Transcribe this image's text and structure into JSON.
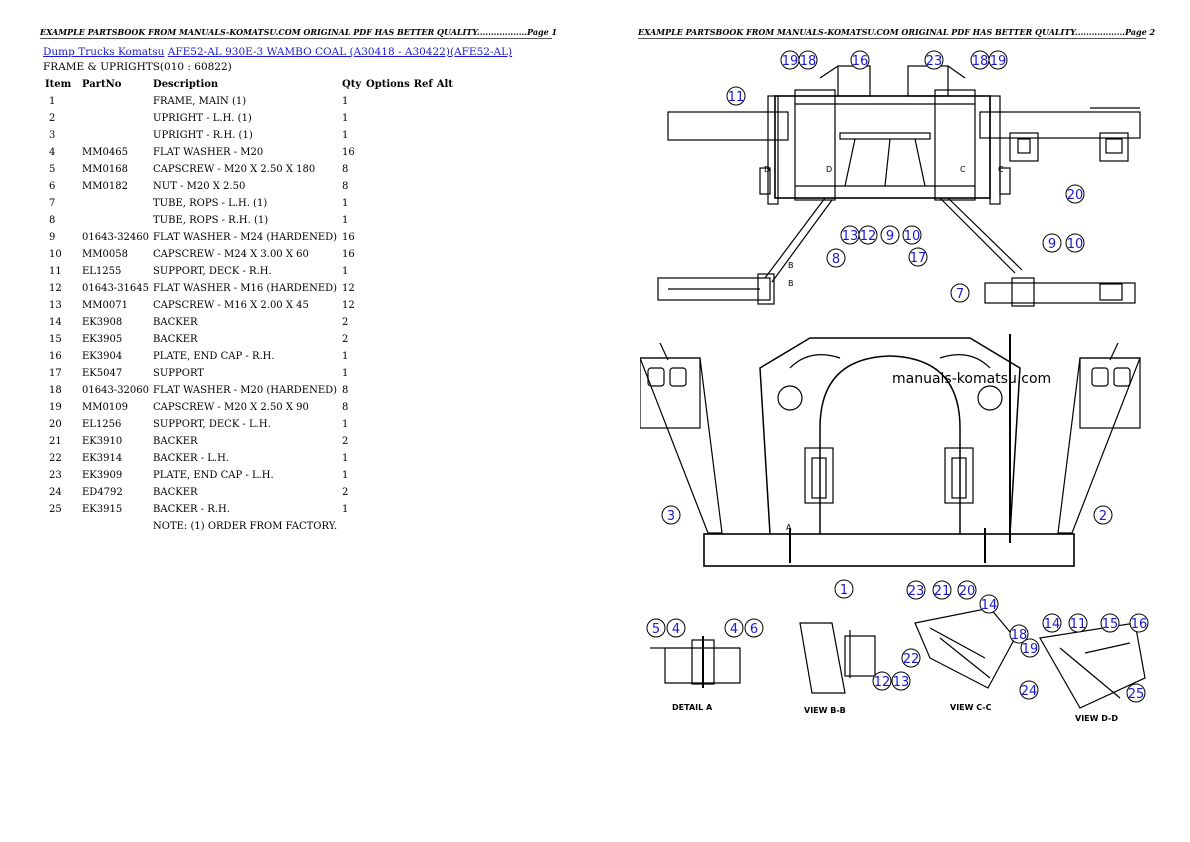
{
  "header": {
    "left": "EXAMPLE PARTSBOOK FROM MANUALS-KOMATSU.COM ORIGINAL PDF HAS BETTER QUALITY..................Page 1",
    "right": "EXAMPLE PARTSBOOK FROM MANUALS-KOMATSU.COM ORIGINAL PDF HAS BETTER QUALITY..................Page 2"
  },
  "breadcrumb": {
    "link1": "Dump Trucks Komatsu",
    "link2": "AFE52-AL 930E-3 WAMBO COAL (A30418 - A30422)(AFE52-AL)"
  },
  "section_title": "FRAME & UPRIGHTS(010 : 60822)",
  "table": {
    "headers": {
      "item": "Item",
      "partno": "PartNo",
      "description": "Description",
      "qty": "Qty",
      "options": "Options",
      "ref": "Ref",
      "alt": "Alt"
    },
    "rows": [
      {
        "item": "1",
        "partno": "",
        "description": "FRAME, MAIN (1)",
        "qty": "1"
      },
      {
        "item": "2",
        "partno": "",
        "description": "UPRIGHT - L.H. (1)",
        "qty": "1"
      },
      {
        "item": "3",
        "partno": "",
        "description": "UPRIGHT - R.H. (1)",
        "qty": "1"
      },
      {
        "item": "4",
        "partno": "MM0465",
        "description": "FLAT WASHER - M20",
        "qty": "16"
      },
      {
        "item": "5",
        "partno": "MM0168",
        "description": "CAPSCREW - M20 X 2.50 X 180",
        "qty": "8"
      },
      {
        "item": "6",
        "partno": "MM0182",
        "description": "NUT - M20 X 2.50",
        "qty": "8"
      },
      {
        "item": "7",
        "partno": "",
        "description": "TUBE, ROPS - L.H. (1)",
        "qty": "1"
      },
      {
        "item": "8",
        "partno": "",
        "description": "TUBE, ROPS - R.H. (1)",
        "qty": "1"
      },
      {
        "item": "9",
        "partno": "01643-32460",
        "description": "FLAT WASHER - M24 (HARDENED)",
        "qty": "16"
      },
      {
        "item": "10",
        "partno": "MM0058",
        "description": "CAPSCREW - M24 X 3.00 X 60",
        "qty": "16"
      },
      {
        "item": "11",
        "partno": "EL1255",
        "description": "SUPPORT, DECK - R.H.",
        "qty": "1"
      },
      {
        "item": "12",
        "partno": "01643-31645",
        "description": "FLAT WASHER - M16 (HARDENED)",
        "qty": "12"
      },
      {
        "item": "13",
        "partno": "MM0071",
        "description": "CAPSCREW - M16 X 2.00 X 45",
        "qty": "12"
      },
      {
        "item": "14",
        "partno": "EK3908",
        "description": "BACKER",
        "qty": "2"
      },
      {
        "item": "15",
        "partno": "EK3905",
        "description": "BACKER",
        "qty": "2"
      },
      {
        "item": "16",
        "partno": "EK3904",
        "description": "PLATE, END CAP - R.H.",
        "qty": "1"
      },
      {
        "item": "17",
        "partno": "EK5047",
        "description": "SUPPORT",
        "qty": "1"
      },
      {
        "item": "18",
        "partno": "01643-32060",
        "description": "FLAT WASHER - M20 (HARDENED)",
        "qty": "8"
      },
      {
        "item": "19",
        "partno": "MM0109",
        "description": "CAPSCREW - M20 X 2.50 X 90",
        "qty": "8"
      },
      {
        "item": "20",
        "partno": "EL1256",
        "description": "SUPPORT, DECK - L.H.",
        "qty": "1"
      },
      {
        "item": "21",
        "partno": "EK3910",
        "description": "BACKER",
        "qty": "2"
      },
      {
        "item": "22",
        "partno": "EK3914",
        "description": "BACKER - L.H.",
        "qty": "1"
      },
      {
        "item": "23",
        "partno": "EK3909",
        "description": "PLATE, END CAP - L.H.",
        "qty": "1"
      },
      {
        "item": "24",
        "partno": "ED4792",
        "description": "BACKER",
        "qty": "2"
      },
      {
        "item": "25",
        "partno": "EK3915",
        "description": "BACKER - R.H.",
        "qty": "1"
      },
      {
        "item": "",
        "partno": "",
        "description": "NOTE: (1) ORDER FROM FACTORY.",
        "qty": ""
      }
    ]
  },
  "diagram": {
    "watermark": "manuals-komatsu.com",
    "views": {
      "detail_a": "DETAIL A",
      "view_b": "VIEW B-B",
      "view_c": "VIEW C-C",
      "view_d": "VIEW D-D"
    },
    "section_letters": {
      "a": "A",
      "b": "B",
      "c": "C",
      "d": "D"
    },
    "callouts": [
      "19",
      "18",
      "16",
      "23",
      "18",
      "19",
      "11",
      "20",
      "13",
      "12",
      "9",
      "10",
      "17",
      "8",
      "9",
      "10",
      "7",
      "3",
      "2",
      "1",
      "5",
      "4",
      "4",
      "6",
      "23",
      "21",
      "20",
      "14",
      "18",
      "19",
      "14",
      "11",
      "15",
      "16",
      "22",
      "12",
      "13",
      "24",
      "25"
    ],
    "callout_color": "#1a1ad6"
  }
}
